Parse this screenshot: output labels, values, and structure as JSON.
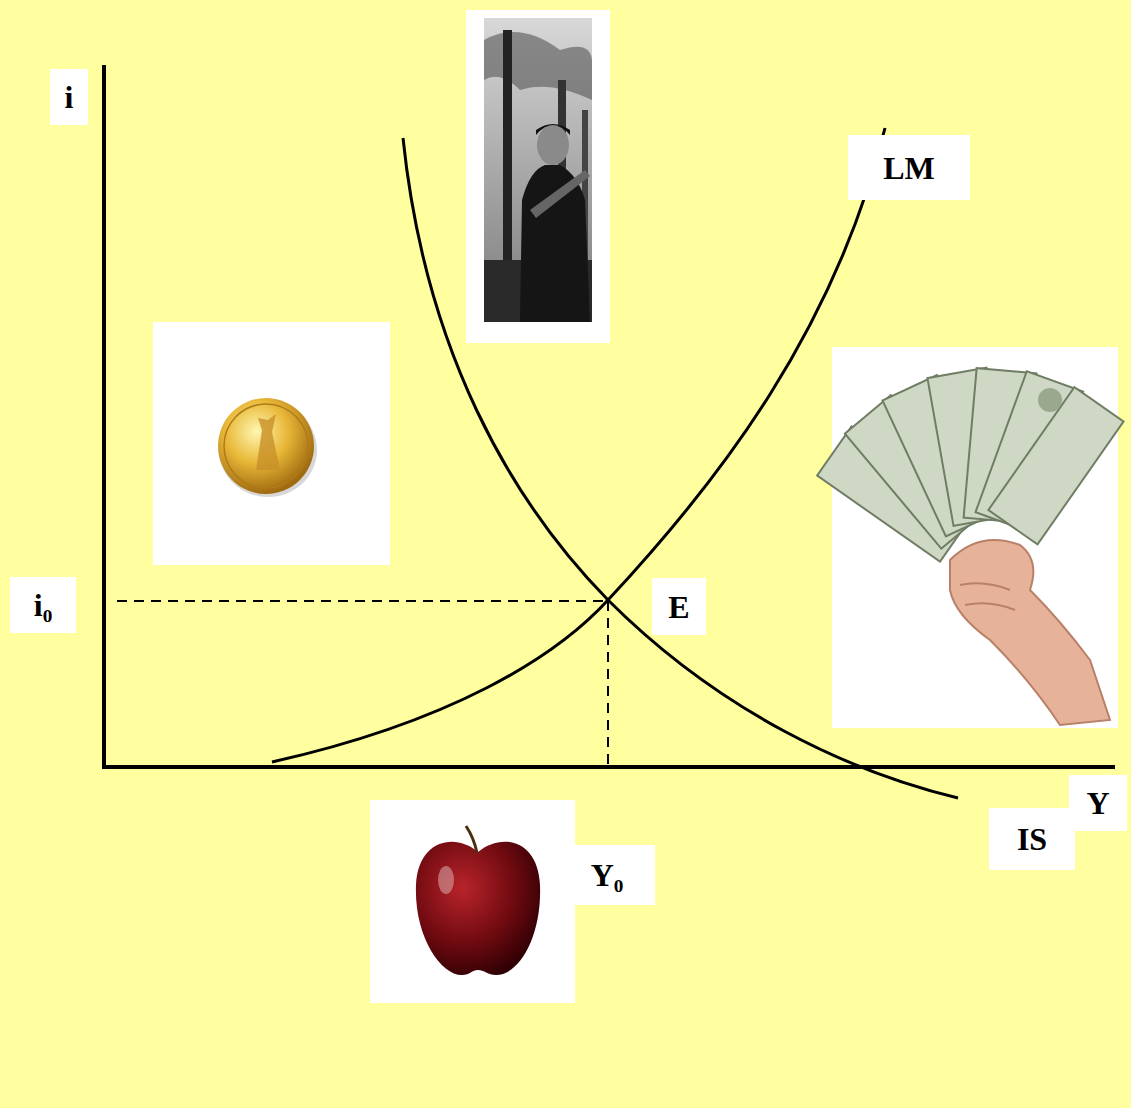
{
  "diagram": {
    "nodes": [
      {
        "text": [
          "i"
        ]
      },
      {
        "text": [
          "LM"
        ]
      },
      {
        "text": [
          "i₀"
        ]
      },
      {
        "text": [
          "E"
        ]
      },
      {
        "text": [
          "Y"
        ]
      },
      {
        "text": [
          "IS"
        ]
      },
      {
        "text": [
          "Y₀"
        ]
      }
    ]
  }
}
